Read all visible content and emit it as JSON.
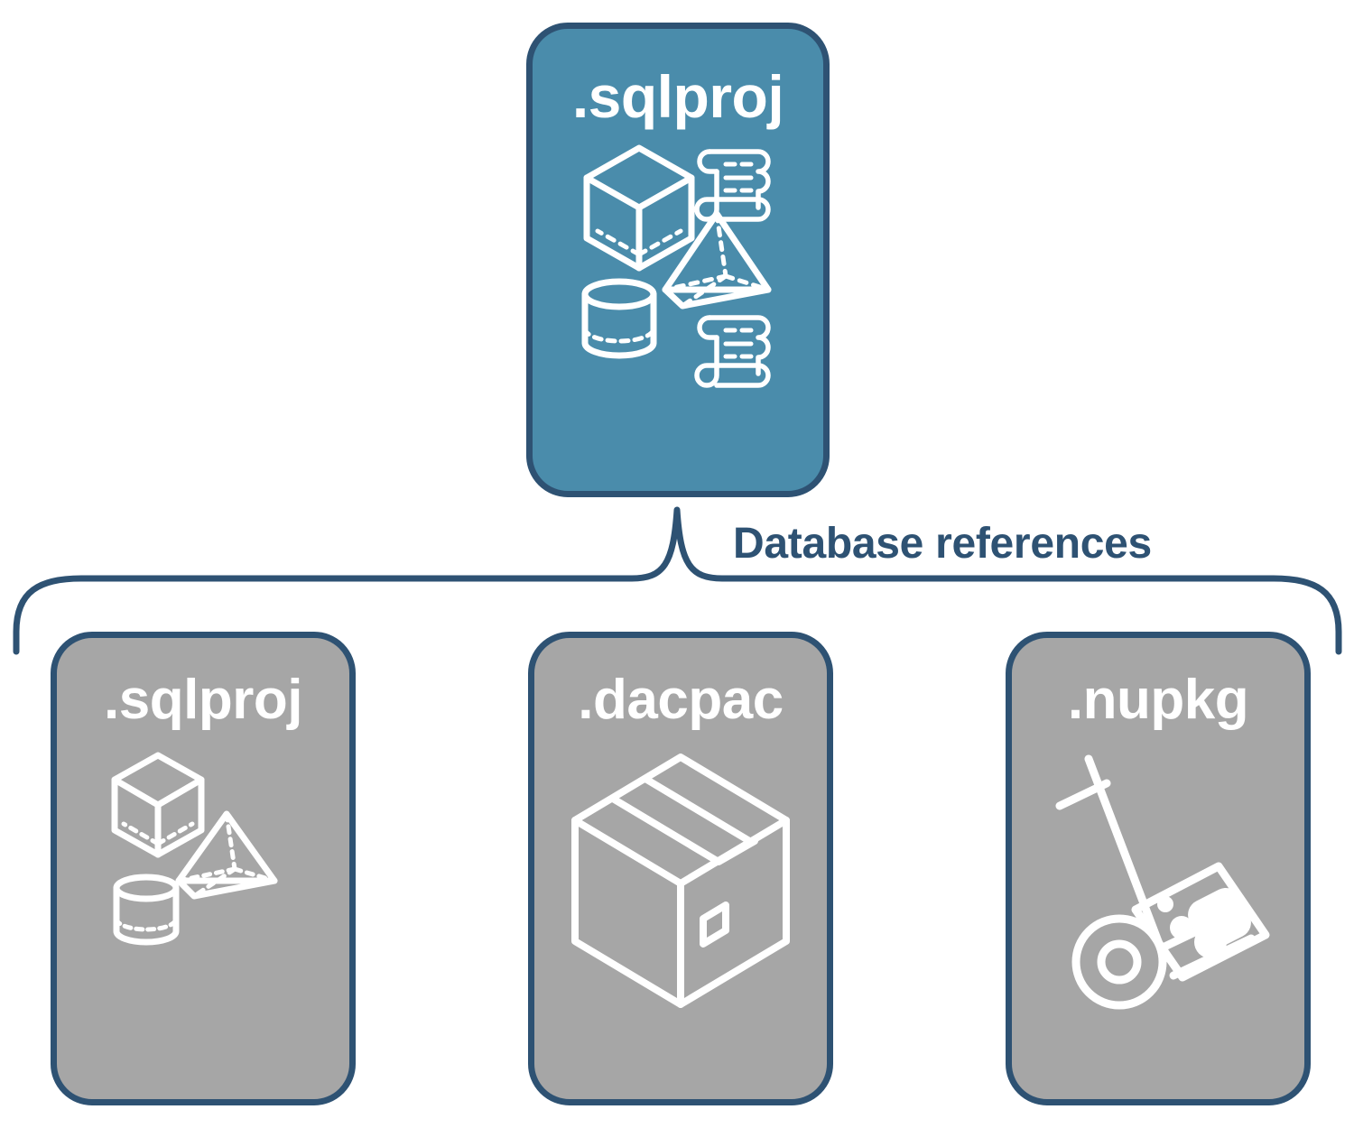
{
  "diagram": {
    "title": "Database references",
    "background_color": "#FFFFFF",
    "accent_color": "#2E5273",
    "root_fill_color": "#4A8CAB",
    "leaf_fill_color": "#A6A6A6",
    "icon_color": "#FFFFFF"
  },
  "root": {
    "label": ".sqlproj",
    "icons": [
      "cube-icon",
      "scroll-icon",
      "pyramid-icon",
      "cylinder-icon",
      "scroll-icon"
    ]
  },
  "connector": {
    "label": "Database references",
    "shape": "curly-brace",
    "direction": "top-to-bottom"
  },
  "leaves": [
    {
      "label": ".sqlproj",
      "icons": [
        "cube-icon",
        "pyramid-icon",
        "cylinder-icon"
      ]
    },
    {
      "label": ".dacpac",
      "icons": [
        "package-box-icon"
      ]
    },
    {
      "label": ".nupkg",
      "icons": [
        "hand-truck-icon",
        "nuget-package-icon"
      ]
    }
  ]
}
